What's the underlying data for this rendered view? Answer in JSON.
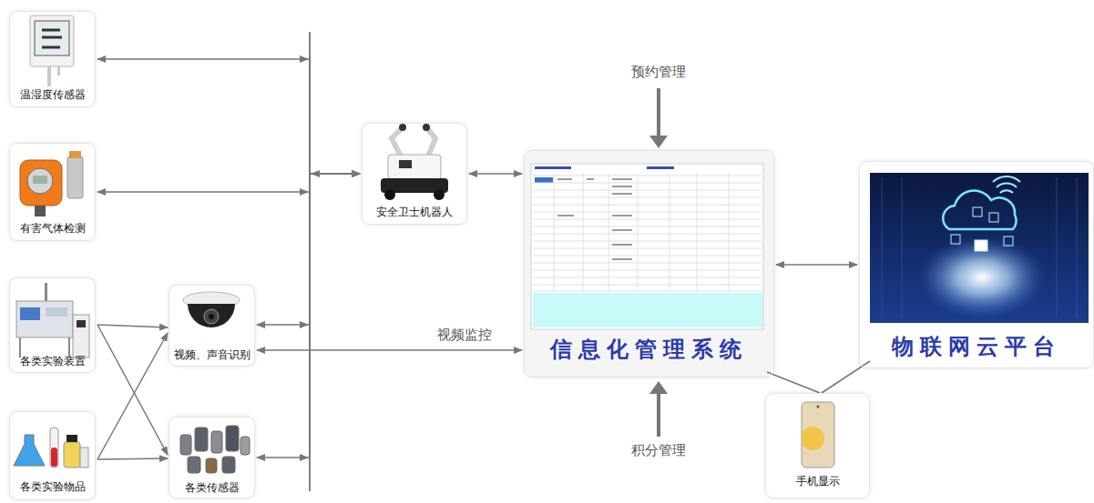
{
  "diagram": {
    "nodes": [
      {
        "text": [
          "温湿度传感器"
        ]
      },
      {
        "text": [
          "有害气体检测"
        ]
      },
      {
        "text": [
          "各类实验装置"
        ]
      },
      {
        "text": [
          "各类实验物品"
        ]
      },
      {
        "text": [
          "视频、声音识别"
        ]
      },
      {
        "text": [
          "各类传感器"
        ]
      },
      {
        "text": [
          "安全卫士机器人"
        ]
      },
      {
        "text": [
          "信息化管理系统"
        ]
      },
      {
        "text": [
          "物联网云平台"
        ]
      },
      {
        "text": [
          "手机显示"
        ]
      }
    ],
    "edges": [
      {
        "from": 0,
        "to": 6,
        "arrow": "both"
      },
      {
        "from": 1,
        "to": 6,
        "arrow": "both"
      },
      {
        "from": 4,
        "to": 6,
        "arrow": "both"
      },
      {
        "from": 5,
        "to": 6,
        "arrow": "both"
      },
      {
        "from": 6,
        "to": 7,
        "arrow": "both"
      },
      {
        "from": 4,
        "to": 7,
        "label": "视频监控",
        "arrow": "both"
      },
      {
        "from": 7,
        "to": 8,
        "arrow": "both"
      },
      {
        "from": 2,
        "to": 4,
        "arrow": "to"
      },
      {
        "from": 2,
        "to": 5,
        "arrow": "to"
      },
      {
        "from": 3,
        "to": 4,
        "arrow": "to"
      },
      {
        "from": 3,
        "to": 5,
        "arrow": "to"
      },
      {
        "from": 7,
        "to": 9,
        "arrow": "none"
      },
      {
        "from": 8,
        "to": 9,
        "arrow": "none"
      }
    ],
    "labels": [
      "预约管理",
      "积分管理"
    ]
  }
}
